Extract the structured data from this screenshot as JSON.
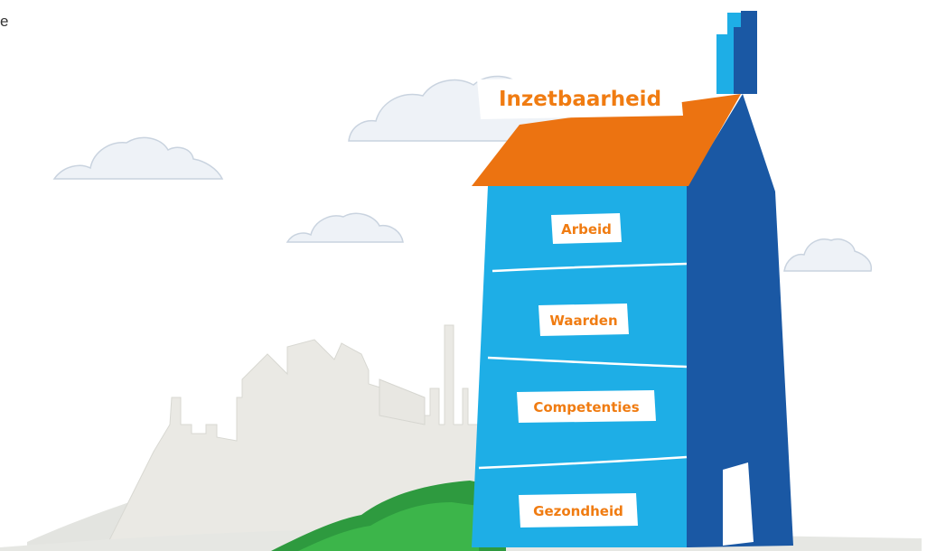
{
  "corner_text": "e",
  "house": {
    "title": "Inzetbaarheid",
    "floors": [
      {
        "label": "Arbeid"
      },
      {
        "label": "Waarden"
      },
      {
        "label": "Competenties"
      },
      {
        "label": "Gezondheid"
      }
    ]
  },
  "colors": {
    "roof": "#ec7311",
    "house_front": "#1eaee6",
    "house_side": "#1a58a4",
    "chimney_light": "#1eaee6",
    "label_text": "#f07c12",
    "cloud_fill": "#eef2f7",
    "cloud_outline": "#c9d3df",
    "city": "#eae9e4",
    "hill": "#e3e4e0",
    "grass_dark": "#2e9a3f",
    "grass_light": "#3cb54a"
  }
}
